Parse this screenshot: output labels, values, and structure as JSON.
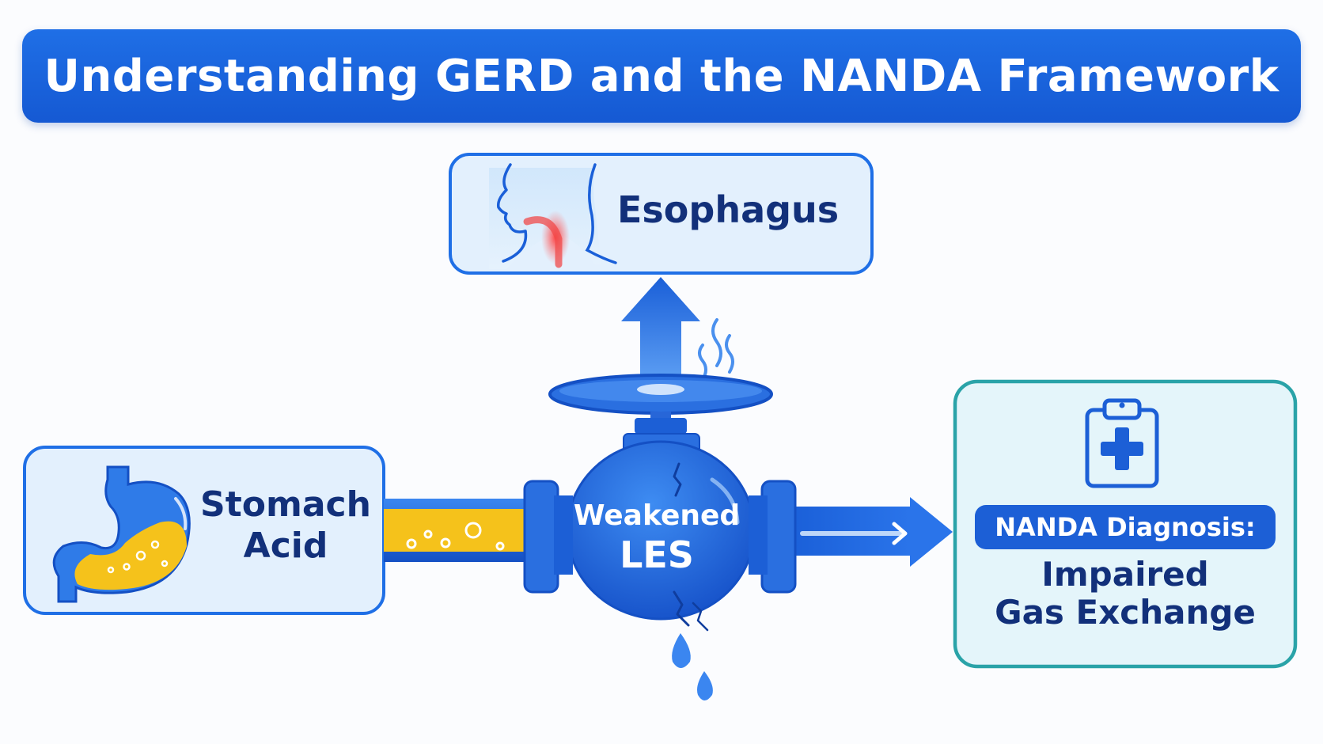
{
  "title": "Understanding GERD and the NANDA Framework",
  "esophagus": {
    "label": "Esophagus",
    "icon": "head-throat-icon"
  },
  "stomach": {
    "line1": "Stomach",
    "line2": "Acid",
    "icon": "stomach-icon"
  },
  "valve": {
    "line1": "Weakened",
    "line2": "LES",
    "icon": "valve-icon"
  },
  "diagnosis": {
    "tag": "NANDA Diagnosis:",
    "line1": "Impaired",
    "line2": "Gas Exchange",
    "icon": "clipboard-icon"
  },
  "colors": {
    "primary_blue": "#1c5fd6",
    "navy_text": "#12307a",
    "acid_yellow": "#f5c21b",
    "teal_border": "#2aa3a8",
    "irritation_red": "#f04a4a"
  }
}
